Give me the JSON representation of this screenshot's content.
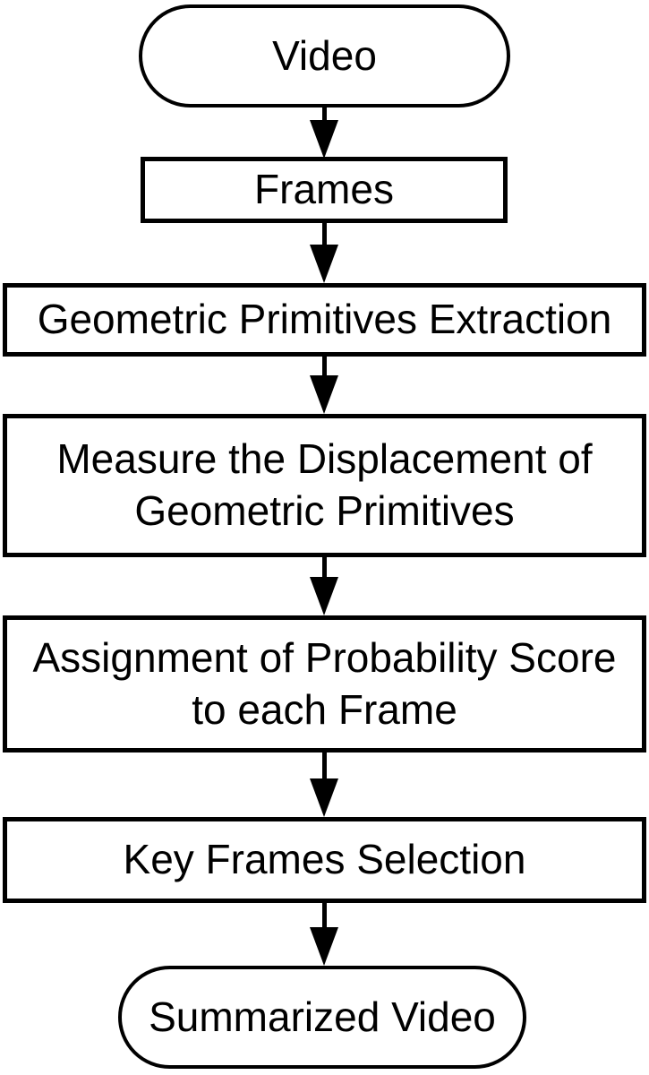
{
  "diagram": {
    "type": "flowchart",
    "orientation": "top-down",
    "colors": {
      "background": "#ffffff",
      "stroke": "#000000",
      "node_fill": "#ffffff",
      "text": "#000000"
    },
    "nodes": [
      {
        "id": "video",
        "shape": "stadium",
        "label": "Video"
      },
      {
        "id": "frames",
        "shape": "rect",
        "label": "Frames"
      },
      {
        "id": "geometric-primitives-extraction",
        "shape": "rect",
        "label": "Geometric Primitives Extraction"
      },
      {
        "id": "measure-displacement",
        "shape": "rect",
        "label": "Measure the Displacement of\nGeometric Primitives"
      },
      {
        "id": "probability-score-assignment",
        "shape": "rect",
        "label": "Assignment of Probability Score\nto each Frame"
      },
      {
        "id": "key-frames-selection",
        "shape": "rect",
        "label": "Key Frames Selection"
      },
      {
        "id": "summarized-video",
        "shape": "stadium",
        "label": "Summarized Video"
      }
    ],
    "edges": [
      {
        "from": "video",
        "to": "frames",
        "style": "solid-arrow-down"
      },
      {
        "from": "frames",
        "to": "geometric-primitives-extraction",
        "style": "solid-arrow-down"
      },
      {
        "from": "geometric-primitives-extraction",
        "to": "measure-displacement",
        "style": "solid-arrow-down"
      },
      {
        "from": "measure-displacement",
        "to": "probability-score-assignment",
        "style": "solid-arrow-down"
      },
      {
        "from": "probability-score-assignment",
        "to": "key-frames-selection",
        "style": "solid-arrow-down"
      },
      {
        "from": "key-frames-selection",
        "to": "summarized-video",
        "style": "solid-arrow-down"
      }
    ]
  }
}
